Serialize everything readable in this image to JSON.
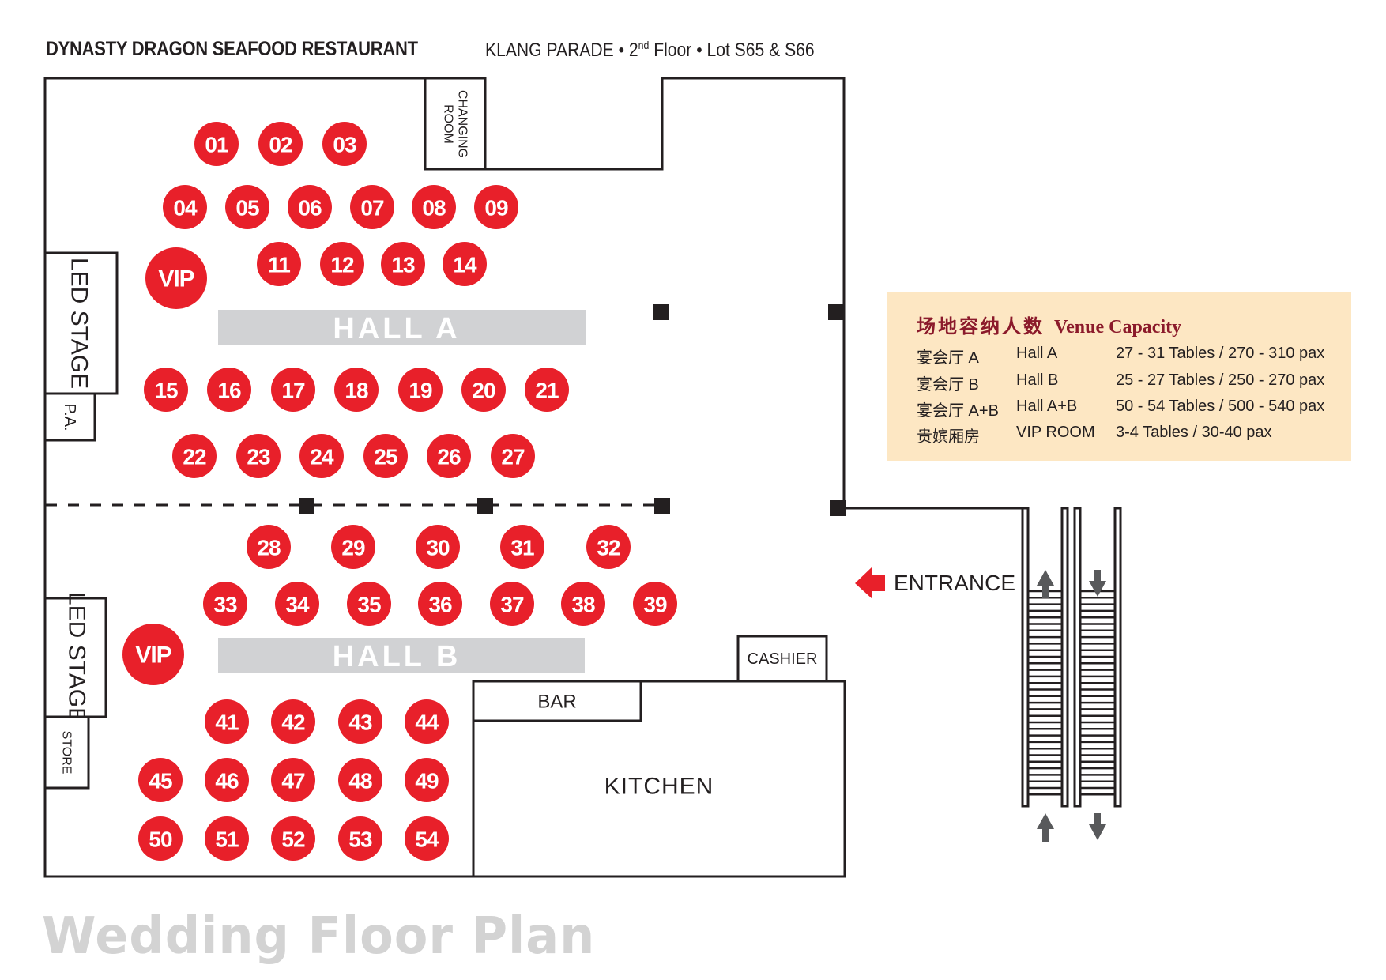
{
  "header": {
    "restaurant": "DYNASTY DRAGON SEAFOOD RESTAURANT",
    "location_prefix": "KLANG PARADE • 2",
    "location_sup": "nd",
    "location_suffix": " Floor • Lot S65 & S66"
  },
  "colors": {
    "table": "#e8202a",
    "hall_band": "#d1d2d4",
    "capacity_bg": "#fde7c3",
    "capacity_title": "#8b1a2b",
    "walls": "#231f20",
    "escalator_arrow": "#58595b",
    "footer_title": "#d3d3d3"
  },
  "halls": {
    "hall_a": "HALL A",
    "hall_b": "HALL B"
  },
  "rooms": {
    "changing_room_line1": "CHANGING",
    "changing_room_line2": "ROOM",
    "led_stage_a": "LED STAGE",
    "pa": "P.A.",
    "led_stage_b": "LED STAGE",
    "store": "STORE",
    "cashier": "CASHIER",
    "bar": "BAR",
    "kitchen": "KITCHEN"
  },
  "entrance": {
    "label": "ENTRANCE",
    "icon": "arrow-left-icon"
  },
  "escalators": [
    {
      "direction": "up",
      "icon": "arrow-up-icon"
    },
    {
      "direction": "down",
      "icon": "arrow-down-icon"
    }
  ],
  "tables": {
    "hall_a_vip": "VIP",
    "hall_b_vip": "VIP",
    "hall_a": [
      [
        "01",
        "02",
        "03"
      ],
      [
        "04",
        "05",
        "06",
        "07",
        "08",
        "09"
      ],
      [
        "11",
        "12",
        "13",
        "14"
      ],
      [
        "15",
        "16",
        "17",
        "18",
        "19",
        "20",
        "21"
      ],
      [
        "22",
        "23",
        "24",
        "25",
        "26",
        "27"
      ]
    ],
    "hall_b": [
      [
        "28",
        "29",
        "30",
        "31",
        "32"
      ],
      [
        "33",
        "34",
        "35",
        "36",
        "37",
        "38",
        "39"
      ],
      [
        "41",
        "42",
        "43",
        "44"
      ],
      [
        "45",
        "46",
        "47",
        "48",
        "49"
      ],
      [
        "50",
        "51",
        "52",
        "53",
        "54"
      ]
    ]
  },
  "capacity": {
    "title_zh": "场地容纳人数",
    "title_en": "Venue Capacity",
    "rows": [
      {
        "zh": "宴会厅 A",
        "en": "Hall A",
        "value": "27 - 31 Tables / 270 - 310 pax"
      },
      {
        "zh": "宴会厅 B",
        "en": "Hall B",
        "value": "25 - 27 Tables / 250 - 270 pax"
      },
      {
        "zh": "宴会厅 A+B",
        "en": "Hall A+B",
        "value": "50 - 54 Tables / 500 - 540 pax"
      },
      {
        "zh": "贵嫔厢房",
        "en": "VIP ROOM",
        "value": "3-4 Tables / 30-40 pax"
      }
    ]
  },
  "footer": {
    "title": "Wedding Floor Plan"
  }
}
